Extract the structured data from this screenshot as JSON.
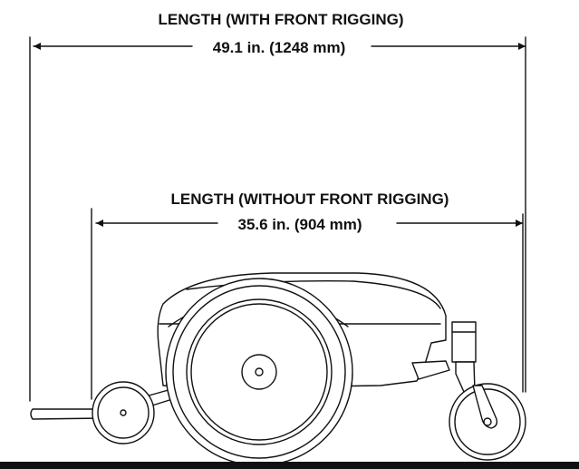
{
  "dimensions": {
    "overall": {
      "title": "LENGTH (WITH FRONT RIGGING)",
      "value": "49.1 in. (1248 mm)"
    },
    "base": {
      "title": "LENGTH (WITHOUT FRONT RIGGING)",
      "value": "35.6 in. (904 mm)"
    }
  },
  "colors": {
    "line": "#111111",
    "background": "#ffffff"
  }
}
